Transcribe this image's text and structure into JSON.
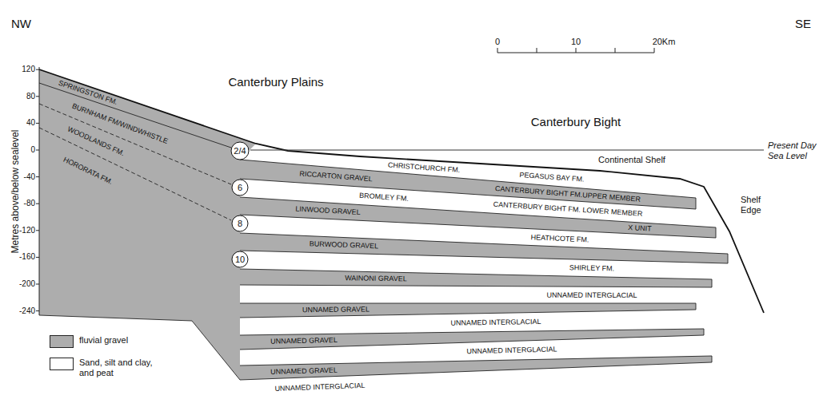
{
  "diagram": {
    "nodes": [
      {
        "text": [
          "2/4"
        ]
      },
      {
        "text": [
          "6"
        ]
      },
      {
        "text": [
          "8"
        ]
      },
      {
        "text": [
          "10"
        ]
      }
    ],
    "labels": [
      "NW",
      "SE",
      "Canterbury Plains",
      "Canterbury Bight",
      "Present Day Sea Level",
      "Continental Shelf",
      "Shelf Edge",
      "0",
      "10",
      "20Km",
      "120",
      "80",
      "40",
      "0",
      "-40",
      "-80",
      "-120",
      "-160",
      "-200",
      "-240",
      "Metres above/below sealevel",
      "SPRINGSTON FM.",
      "BURNHAM FM/WINDWHISTLE",
      "WOODLANDS FM.",
      "HORORATA FM.",
      "CHRISTCHURCH FM.",
      "PEGASUS BAY FM.",
      "RICCARTON GRAVEL",
      "CANTERBURY BIGHT FM.UPPER MEMBER",
      "BROMLEY FM.",
      "CANTERBURY BIGHT FM. LOWER MEMBER",
      "LINWOOD GRAVEL",
      "X UNIT",
      "HEATHCOTE FM.",
      "BURWOOD GRAVEL",
      "SHIRLEY FM.",
      "WAINONI GRAVEL",
      "UNNAMED INTERGLACIAL",
      "UNNAMED GRAVEL",
      "UNNAMED INTERGLACIAL",
      "UNNAMED GRAVEL",
      "UNNAMED INTERGLACIAL",
      "UNNAMED GRAVEL",
      "UNNAMED INTERGLACIAL"
    ],
    "legend": [
      {
        "text": "fluvial gravel",
        "color": "#adadad"
      },
      {
        "text": "Sand, silt and clay, and peat",
        "color": "#ffffff"
      }
    ]
  }
}
